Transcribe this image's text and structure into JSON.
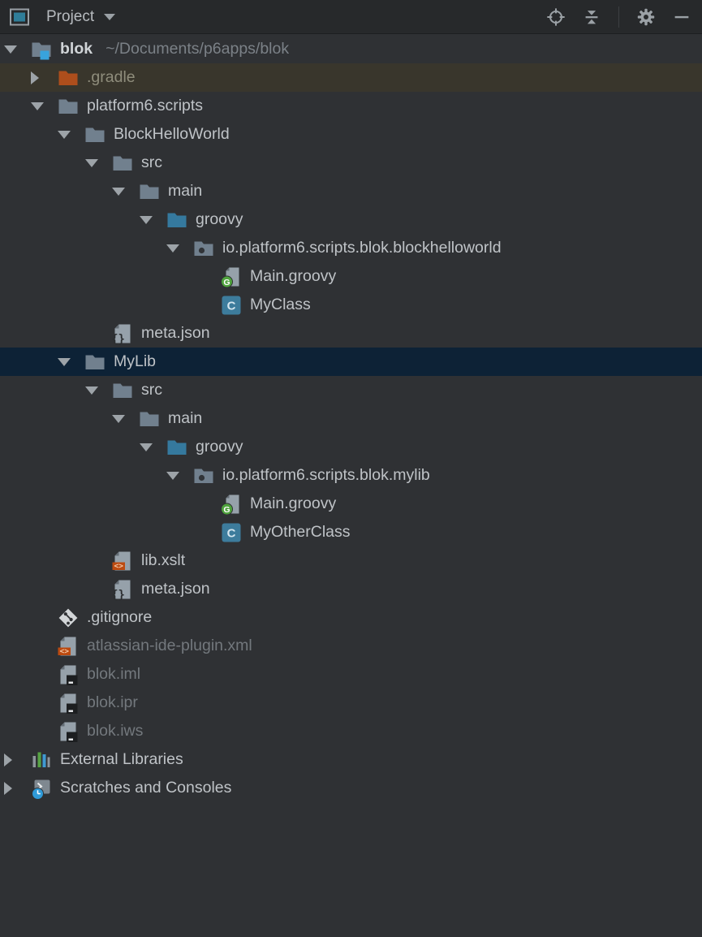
{
  "header": {
    "title": "Project",
    "buttons": {
      "locate": "locate-file",
      "collapse_all": "collapse-all",
      "settings": "settings",
      "hide": "hide-tool-window"
    }
  },
  "tree": {
    "rows": [
      {
        "label": "blok",
        "path": "~/Documents/p6apps/blok",
        "type": "project-root",
        "state": "expanded"
      },
      {
        "label": ".gradle",
        "type": "excluded-folder",
        "state": "collapsed"
      },
      {
        "label": "platform6.scripts",
        "type": "folder",
        "state": "expanded"
      },
      {
        "label": "BlockHelloWorld",
        "type": "folder",
        "state": "expanded"
      },
      {
        "label": "src",
        "type": "folder",
        "state": "expanded"
      },
      {
        "label": "main",
        "type": "folder",
        "state": "expanded"
      },
      {
        "label": "groovy",
        "type": "source-folder",
        "state": "expanded"
      },
      {
        "label": "io.platform6.scripts.blok.blockhelloworld",
        "type": "package",
        "state": "expanded"
      },
      {
        "label": "Main.groovy",
        "type": "groovy-file"
      },
      {
        "label": "MyClass",
        "type": "class"
      },
      {
        "label": "meta.json",
        "type": "json-file"
      },
      {
        "label": "MyLib",
        "type": "folder",
        "state": "expanded",
        "selected": true
      },
      {
        "label": "src",
        "type": "folder",
        "state": "expanded"
      },
      {
        "label": "main",
        "type": "folder",
        "state": "expanded"
      },
      {
        "label": "groovy",
        "type": "source-folder",
        "state": "expanded"
      },
      {
        "label": "io.platform6.scripts.blok.mylib",
        "type": "package",
        "state": "expanded"
      },
      {
        "label": "Main.groovy",
        "type": "groovy-file"
      },
      {
        "label": "MyOtherClass",
        "type": "class"
      },
      {
        "label": "lib.xslt",
        "type": "xml-file"
      },
      {
        "label": "meta.json",
        "type": "json-file"
      },
      {
        "label": ".gitignore",
        "type": "git-file"
      },
      {
        "label": "atlassian-ide-plugin.xml",
        "type": "xml-file",
        "dimmed": true
      },
      {
        "label": "blok.iml",
        "type": "idea-module-file",
        "dimmed": true
      },
      {
        "label": "blok.ipr",
        "type": "idea-module-file",
        "dimmed": true
      },
      {
        "label": "blok.iws",
        "type": "idea-module-file",
        "dimmed": true
      },
      {
        "label": "External Libraries",
        "type": "libraries-node",
        "state": "collapsed"
      },
      {
        "label": "Scratches and Consoles",
        "type": "scratches-node",
        "state": "collapsed"
      }
    ]
  },
  "colors": {
    "background": "#2f3134",
    "header_background": "#27292b",
    "selection_background": "#0d2236",
    "excluded_row_background": "#39362c",
    "folder": "#71808e",
    "source_folder": "#35799e",
    "excluded_folder": "#ad4e1c",
    "project_badge_blue": "#38a3dc",
    "groovy_green": "#4fa33d",
    "class_teal": "#3d7c9c",
    "xml_orange": "#bc4a10",
    "normal_text": "#bfc3c7",
    "dimmed_text": "#73787d",
    "path_text": "#7b8187"
  }
}
